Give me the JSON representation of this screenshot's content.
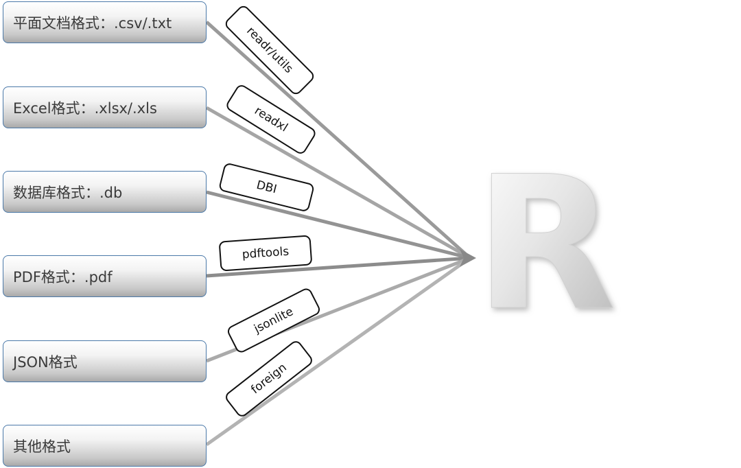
{
  "sources": [
    {
      "label": "平面文档格式：.csv/.txt",
      "package": "readr/utils"
    },
    {
      "label": "Excel格式：.xlsx/.xls",
      "package": "readxl"
    },
    {
      "label": "数据库格式：.db",
      "package": "DBI"
    },
    {
      "label": "PDF格式：.pdf",
      "package": "pdftools"
    },
    {
      "label": "JSON格式",
      "package": "jsonlite"
    },
    {
      "label": "其他格式",
      "package": "foreign"
    }
  ],
  "target": {
    "label": "R"
  },
  "colors": {
    "box_border": "#4a78a8",
    "arrow": "#8c8c8c",
    "label_border": "#111111"
  }
}
